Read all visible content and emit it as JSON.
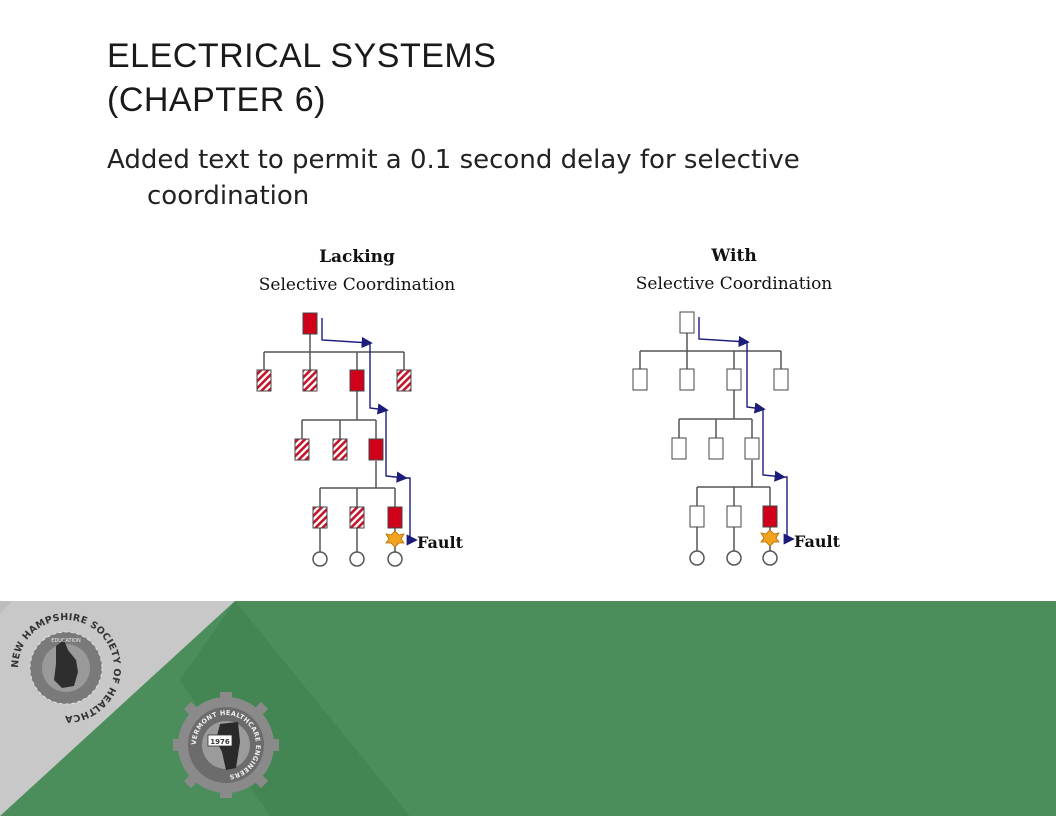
{
  "slide": {
    "title_line1": "ELECTRICAL SYSTEMS",
    "title_line2": "(CHAPTER 6)",
    "body_line1": "Added text to permit a 0.1 second delay for selective",
    "body_line2": "coordination"
  },
  "diagram": {
    "left_heading": "Lacking",
    "left_subheading": "Selective Coordination",
    "right_heading": "With",
    "right_subheading": "Selective Coordination",
    "fault_label_left": "Fault",
    "fault_label_right": "Fault"
  },
  "logos": {
    "nh_logo_text": "NEW HAMPSHIRE SOCIETY OF HEALTHCARE ENGINEERS",
    "nh_logo_inner": "EDUCATION",
    "vt_logo_text": "VERMONT HEALTHCARE ENGINEERS SOCIETY",
    "vt_logo_year": "1976"
  },
  "colors": {
    "green": "#4b8e5c",
    "dark_green": "#3f7f4f",
    "gray": "#c8c8c8",
    "red": "#d0021b",
    "arrow": "#1c1c7a"
  }
}
